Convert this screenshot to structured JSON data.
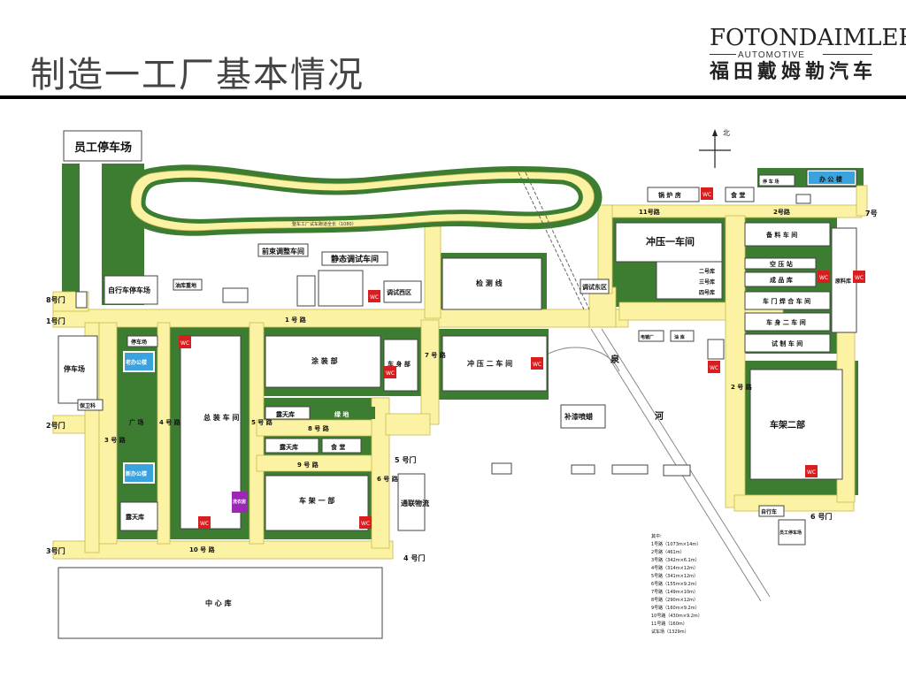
{
  "header": {
    "title": "制造一工厂基本情况",
    "logo_brand": "FOTONDAIMLER",
    "logo_sub": "AUTOMOTIVE",
    "logo_cn": "福田戴姆勒汽车"
  },
  "compass": {
    "north": "北"
  },
  "gates": {
    "g1": "1号门",
    "g2": "2号门",
    "g3": "3号门",
    "g4": "4 号门",
    "g5": "5 号门",
    "g6": "6 号门",
    "g7": "7号",
    "g8": "8号门"
  },
  "roads": {
    "r1": "1 号 路",
    "r2a": "2号路",
    "r2b": "2 号 路",
    "r3": "3 号 路",
    "r4": "4 号 路",
    "r5": "5 号 路",
    "r6": "6 号 路",
    "r7": "7 号 路",
    "r8": "8 号 路",
    "r9": "9 号 路",
    "r10": "10 号 路",
    "r11": "11号路"
  },
  "buildings": {
    "employee_parking": "员工停车场",
    "bike_parking": "自行车停车场",
    "oil_storage": "油库重地",
    "front_adjust": "前束调整车间",
    "static_test": "静态调试车间",
    "test_west": "调试西区",
    "test_line": "检 测 线",
    "test_east": "调试东区",
    "stamping1": "冲压一车间",
    "boiler": "锅 炉 房",
    "canteen": "食 堂",
    "office": "办 公 楼",
    "parts_shop": "备 料 车 间",
    "air_station": "空 压 站",
    "product_store": "成 品 库",
    "door_weld": "车 门 焊 合 车 间",
    "body2": "车 身 二 车 间",
    "trial": "试 制 车 间",
    "raw_material": "原料库",
    "store2": "二号库",
    "store3": "三号库",
    "store4": "四号库",
    "parking_lot": "停 车 场",
    "parking_stand": "停车场",
    "gatehouse": "保卫科",
    "old_office": "老办公楼",
    "new_office": "新办公楼",
    "open_store": "露天库",
    "assembly": "总 装 车 间",
    "painting": "涂 装 部",
    "body_dept": "车 身 部",
    "stamping2": "冲 压 二 车 间",
    "green": "绿 地",
    "canteen2": "食 堂",
    "frame1": "车 架 一 部",
    "logistics": "通联物流",
    "repair_paint": "补漆喷蜡",
    "frame2": "车架二部",
    "bike": "自行车",
    "employee_parking2": "员工停车场",
    "central_store": "中 心 库",
    "plating": "电镀厂",
    "oil": "油 库",
    "wash": "洗衣房",
    "square": "广 场",
    "test_track_label": "整车工厂试车跑道全长（1080）"
  },
  "water": {
    "spring": "泉",
    "river": "河"
  },
  "wc": "WC",
  "legend": [
    "其中:",
    "1号路（1073m×14m）",
    "2号路（461m）",
    "3号路（342m×6.1m）",
    "4号路（314m×12m）",
    "5号路（341m×12m）",
    "6号路（155m×9.2m）",
    "7号路（149m×10m）",
    "8号路（290m×12m）",
    "9号路（160m×9.2m）",
    "10号路（430m×9.2m）",
    "11号路（160m）",
    "试车场（1329m）"
  ],
  "colors": {
    "road": "#fbf3a3",
    "green": "#3c7d32",
    "wc": "#d81e1e",
    "blue": "#3aa2dc",
    "purple": "#9a28b4"
  }
}
